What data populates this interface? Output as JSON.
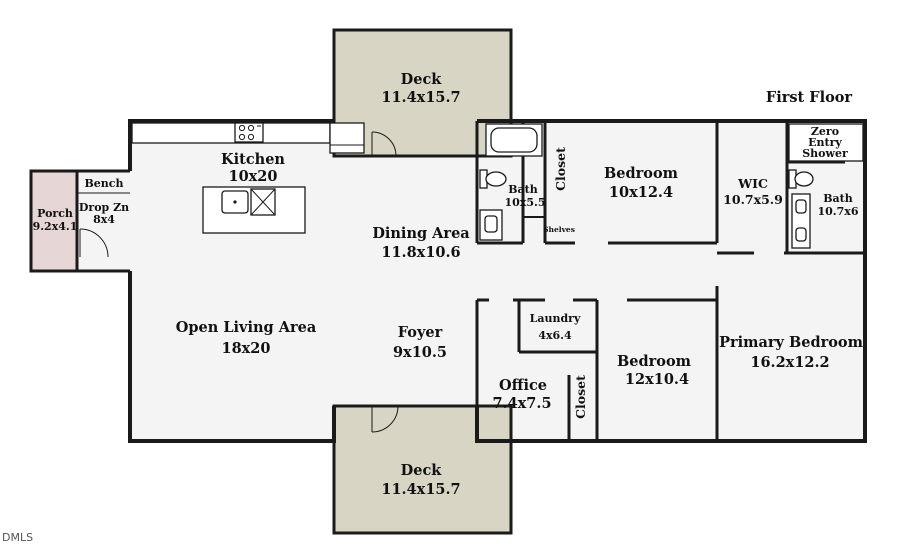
{
  "floor_label": "First Floor",
  "watermark": "DMLS",
  "rooms": {
    "deck_top": {
      "name": "Deck",
      "dims": "11.4x15.7"
    },
    "deck_bottom": {
      "name": "Deck",
      "dims": "11.4x15.7"
    },
    "kitchen": {
      "name": "Kitchen",
      "dims": "10x20"
    },
    "bench": {
      "name": "Bench"
    },
    "drop_zone": {
      "name": "Drop Zn",
      "dims": "8x4"
    },
    "porch": {
      "name": "Porch",
      "dims": "9.2x4.1"
    },
    "dining": {
      "name": "Dining Area",
      "dims": "11.8x10.6"
    },
    "living": {
      "name": "Open Living Area",
      "dims": "18x20"
    },
    "foyer": {
      "name": "Foyer",
      "dims": "9x10.5"
    },
    "bath_hall": {
      "name": "Bath",
      "dims": "10x5.5"
    },
    "closet_hall": {
      "name": "Closet"
    },
    "shelves": {
      "name": "Shelves"
    },
    "bedroom_1": {
      "name": "Bedroom",
      "dims": "10x12.4"
    },
    "wic": {
      "name": "WIC",
      "dims": "10.7x5.9"
    },
    "zero_entry": {
      "line1": "Zero",
      "line2": "Entry",
      "line3": "Shower"
    },
    "bath_primary": {
      "name": "Bath",
      "dims": "10.7x6"
    },
    "laundry": {
      "name": "Laundry",
      "dims": "4x6.4"
    },
    "office": {
      "name": "Office",
      "dims": "7.4x7.5"
    },
    "closet_office": {
      "name": "Closet"
    },
    "bedroom_2": {
      "name": "Bedroom",
      "dims": "12x10.4"
    },
    "primary_bedroom": {
      "name": "Primary Bedroom",
      "dims": "16.2x12.2"
    }
  }
}
